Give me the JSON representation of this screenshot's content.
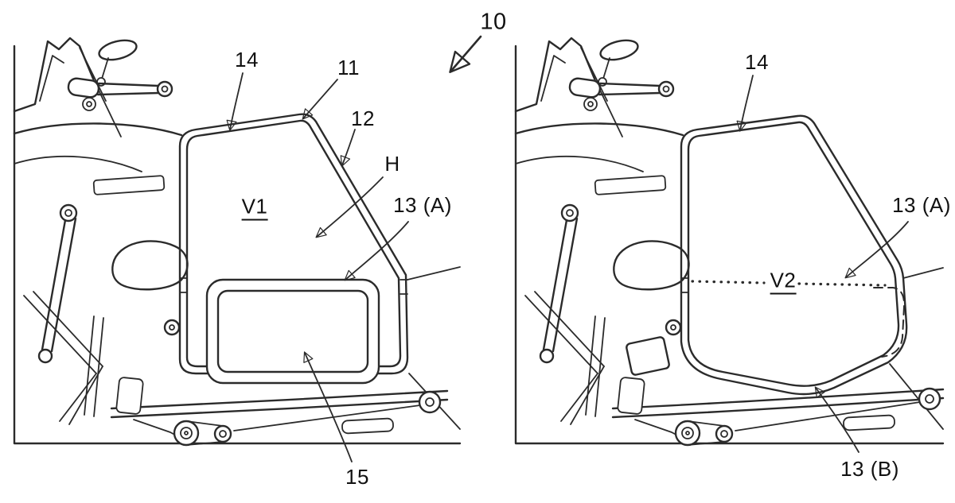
{
  "figure": {
    "title_ref": "10",
    "left_view": {
      "view_label": "V1",
      "refs": {
        "r14": "14",
        "r11": "11",
        "r12": "12",
        "rH": "H",
        "r13a": "13 (A)",
        "r15": "15"
      }
    },
    "right_view": {
      "view_label": "V2",
      "refs": {
        "r14": "14",
        "r13a": "13 (A)",
        "r13b": "13 (B)"
      }
    },
    "colors": {
      "line": "#2b2b2b",
      "label": "#111111",
      "background": "#ffffff"
    }
  }
}
